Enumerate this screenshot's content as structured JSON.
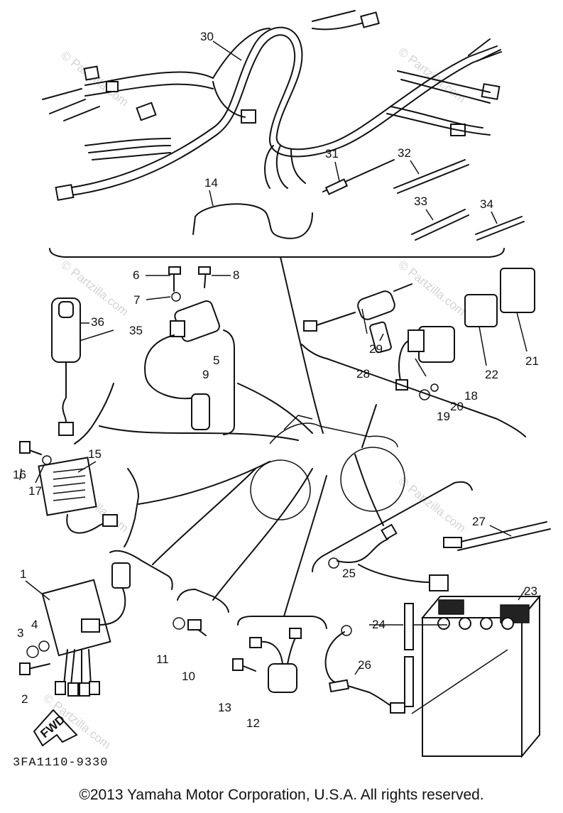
{
  "part_numbers": [
    "1",
    "2",
    "3",
    "4",
    "5",
    "6",
    "7",
    "8",
    "9",
    "10",
    "11",
    "12",
    "13",
    "14",
    "15",
    "16",
    "17",
    "18",
    "19",
    "20",
    "21",
    "22",
    "23",
    "24",
    "25",
    "26",
    "27",
    "28",
    "29",
    "30",
    "31",
    "32",
    "33",
    "34",
    "35",
    "36"
  ],
  "diagram_code": "3FA1110-9330",
  "fwd_label": "FWD",
  "watermark": "© Partzilla.com",
  "copyright": "©2013 Yamaha Motor Corporation, U.S.A. All rights reserved."
}
